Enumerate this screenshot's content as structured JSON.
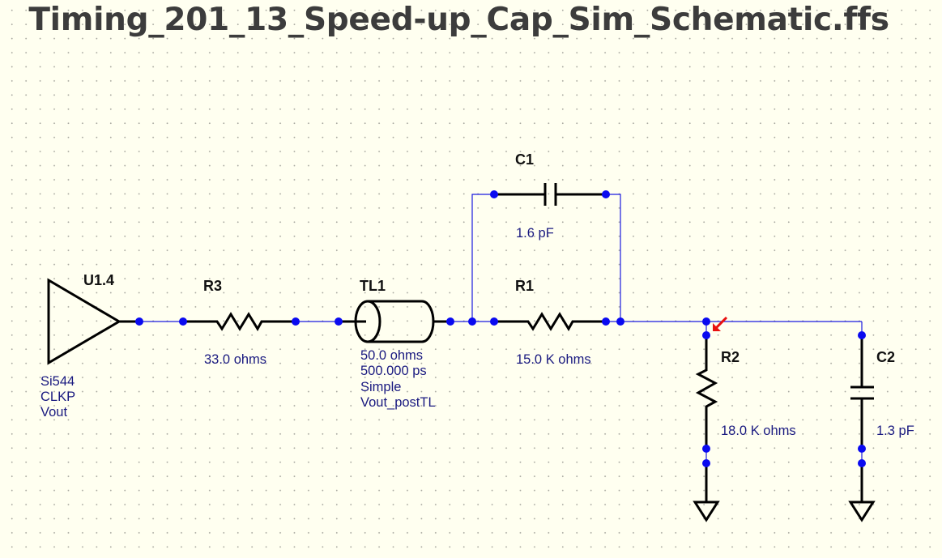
{
  "title": "Timing_201_13_Speed-up_Cap_Sim_Schematic.ffs",
  "colors": {
    "background": "#fffff0",
    "wire": "#1a1ae0",
    "node": "#0a0af0",
    "component": "#000000",
    "value_text": "#1a1a80",
    "probe_marker": "#e81010"
  },
  "components": {
    "u1": {
      "ref": "U1.4",
      "type": "driver",
      "lines": [
        "Si544",
        "CLKP",
        "Vout"
      ]
    },
    "r3": {
      "ref": "R3",
      "type": "resistor",
      "value": "33.0 ohms"
    },
    "tl1": {
      "ref": "TL1",
      "type": "transmission-line",
      "lines": [
        "50.0 ohms",
        "500.000 ps",
        "Simple",
        "Vout_postTL"
      ]
    },
    "c1": {
      "ref": "C1",
      "type": "capacitor",
      "value": "1.6 pF"
    },
    "r1": {
      "ref": "R1",
      "type": "resistor",
      "value": "15.0 K ohms"
    },
    "r2": {
      "ref": "R2",
      "type": "resistor",
      "value": "18.0 K ohms"
    },
    "c2": {
      "ref": "C2",
      "type": "capacitor",
      "value": "1.3 pF"
    }
  },
  "probe": {
    "icon": "probe-arrow-icon",
    "node": "R2 top node"
  },
  "grounds": [
    "ground-r2",
    "ground-c2"
  ]
}
